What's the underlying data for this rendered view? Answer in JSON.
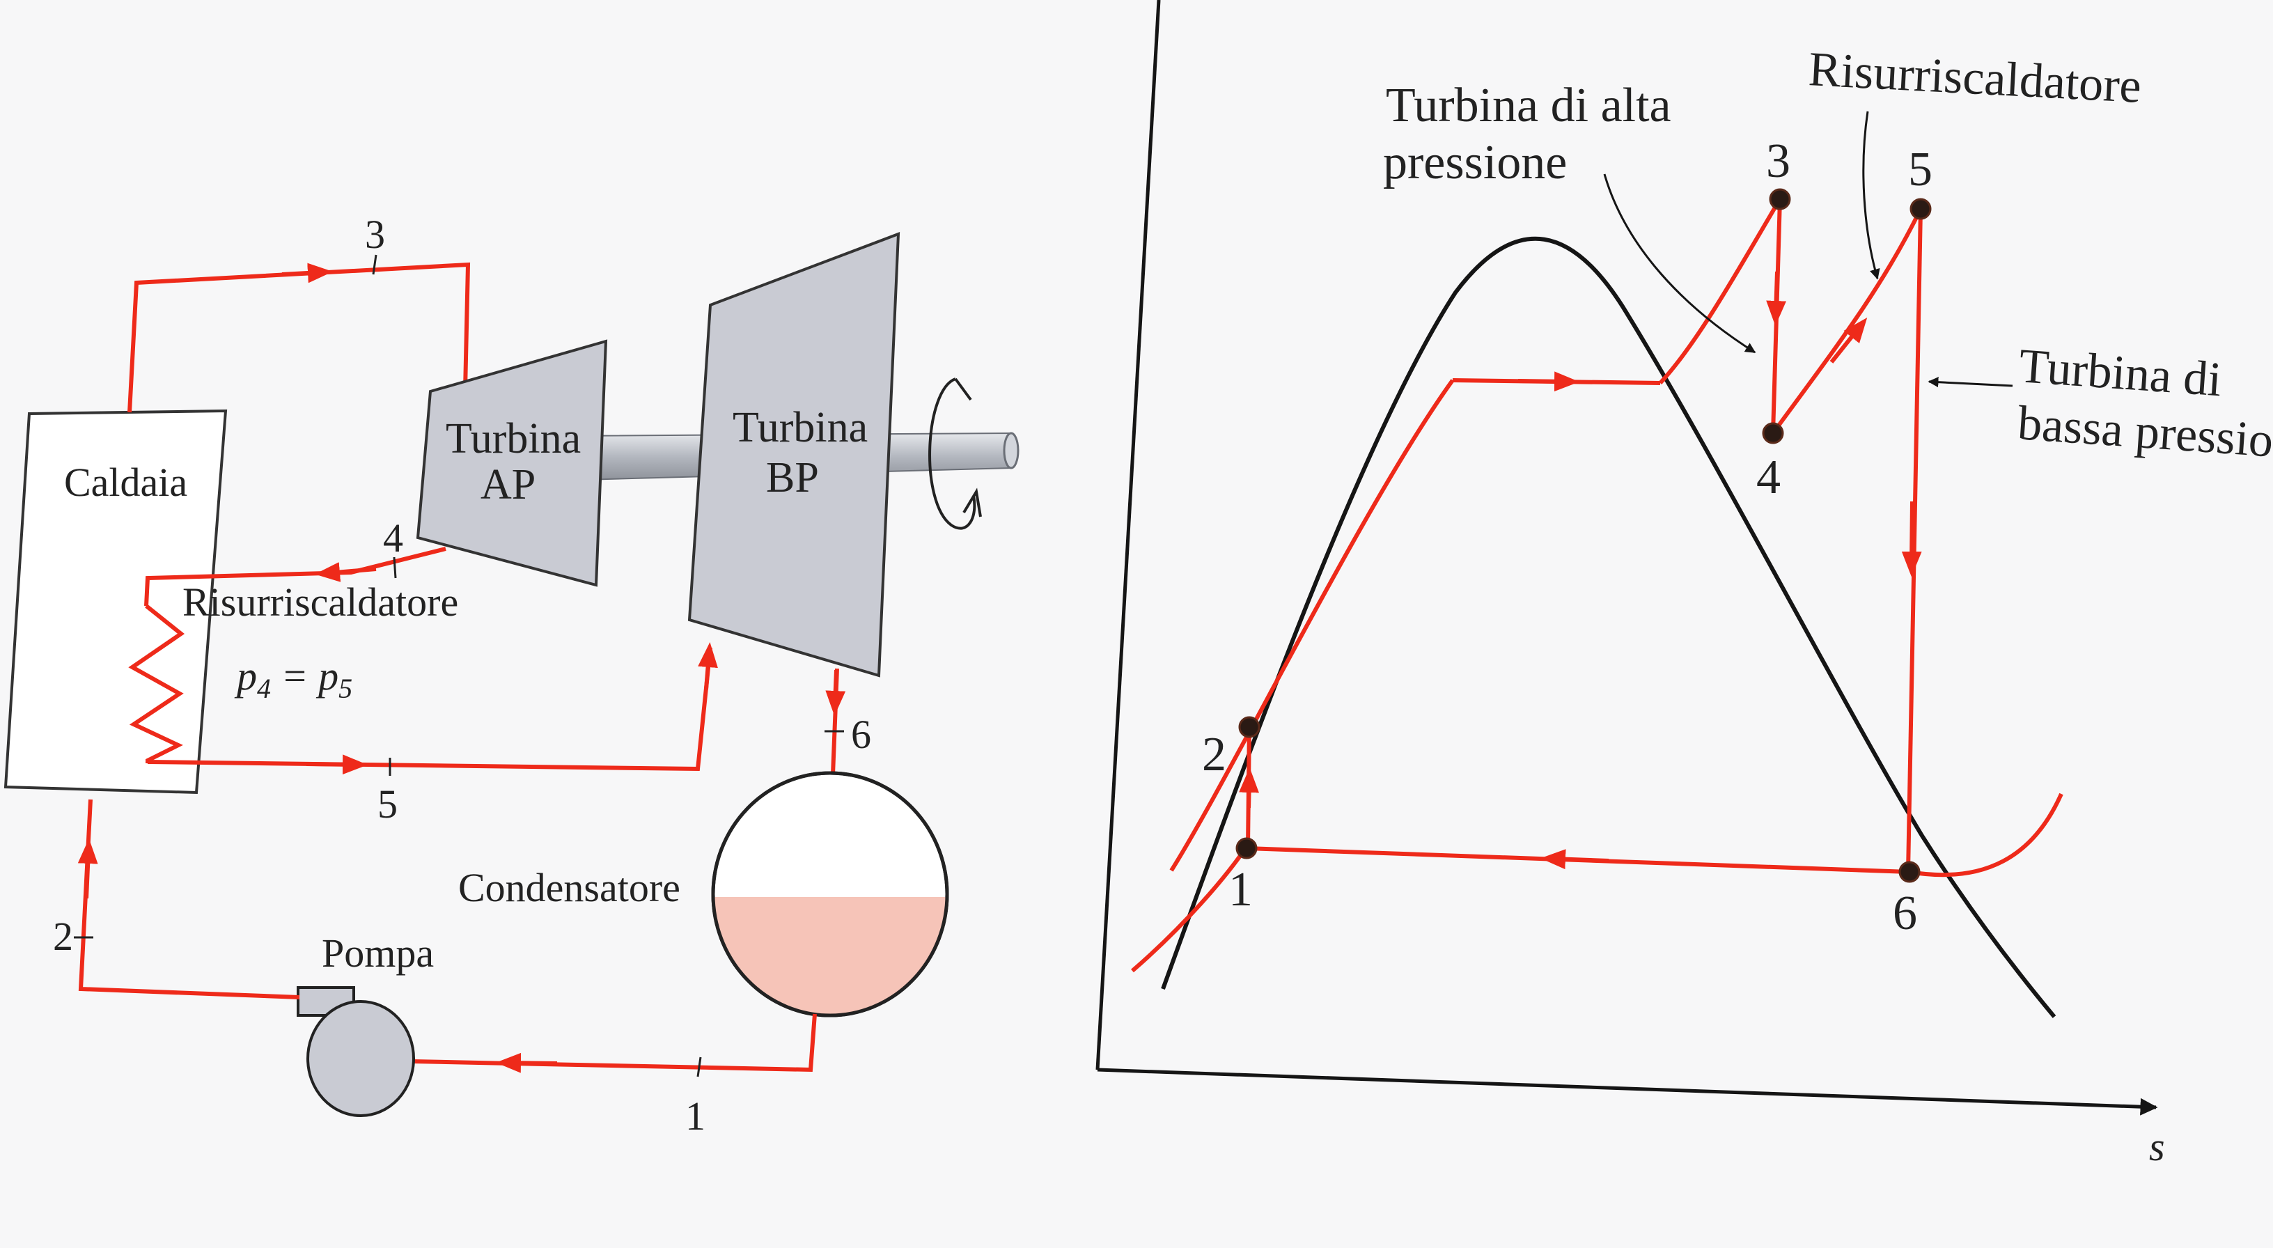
{
  "schematic": {
    "boiler_label": "Caldaia",
    "hp_turbine_label": [
      "Turbina",
      "AP"
    ],
    "lp_turbine_label": [
      "Turbina",
      "BP"
    ],
    "reheater_label": "Risurriscaldatore",
    "pressure_relation": "p4 = p5",
    "pressure_relation_parts": {
      "p": "p",
      "sub4": "4",
      "eq": " = ",
      "sub5": "5"
    },
    "condenser_label": "Condensatore",
    "pump_label": "Pompa",
    "state_labels": {
      "s1": "1",
      "s2": "2",
      "s3": "3",
      "s4": "4",
      "s5": "5",
      "s6": "6"
    }
  },
  "ts_diagram": {
    "x_axis_label": "s",
    "hp_turbine_callout": [
      "Turbina di alta",
      "pressione"
    ],
    "reheater_callout": "Risurriscaldatore",
    "lp_turbine_callout": [
      "Turbina di",
      "bassa pressione"
    ],
    "state_labels": {
      "s1": "1",
      "s2": "2",
      "s3": "3",
      "s4": "4",
      "s5": "5",
      "s6": "6"
    }
  },
  "colors": {
    "cycle_line": "#ee2a1a",
    "dome_line": "#151515",
    "equipment_fill": "#c9cbd3",
    "condensate_fill": "#f6c4b8"
  }
}
